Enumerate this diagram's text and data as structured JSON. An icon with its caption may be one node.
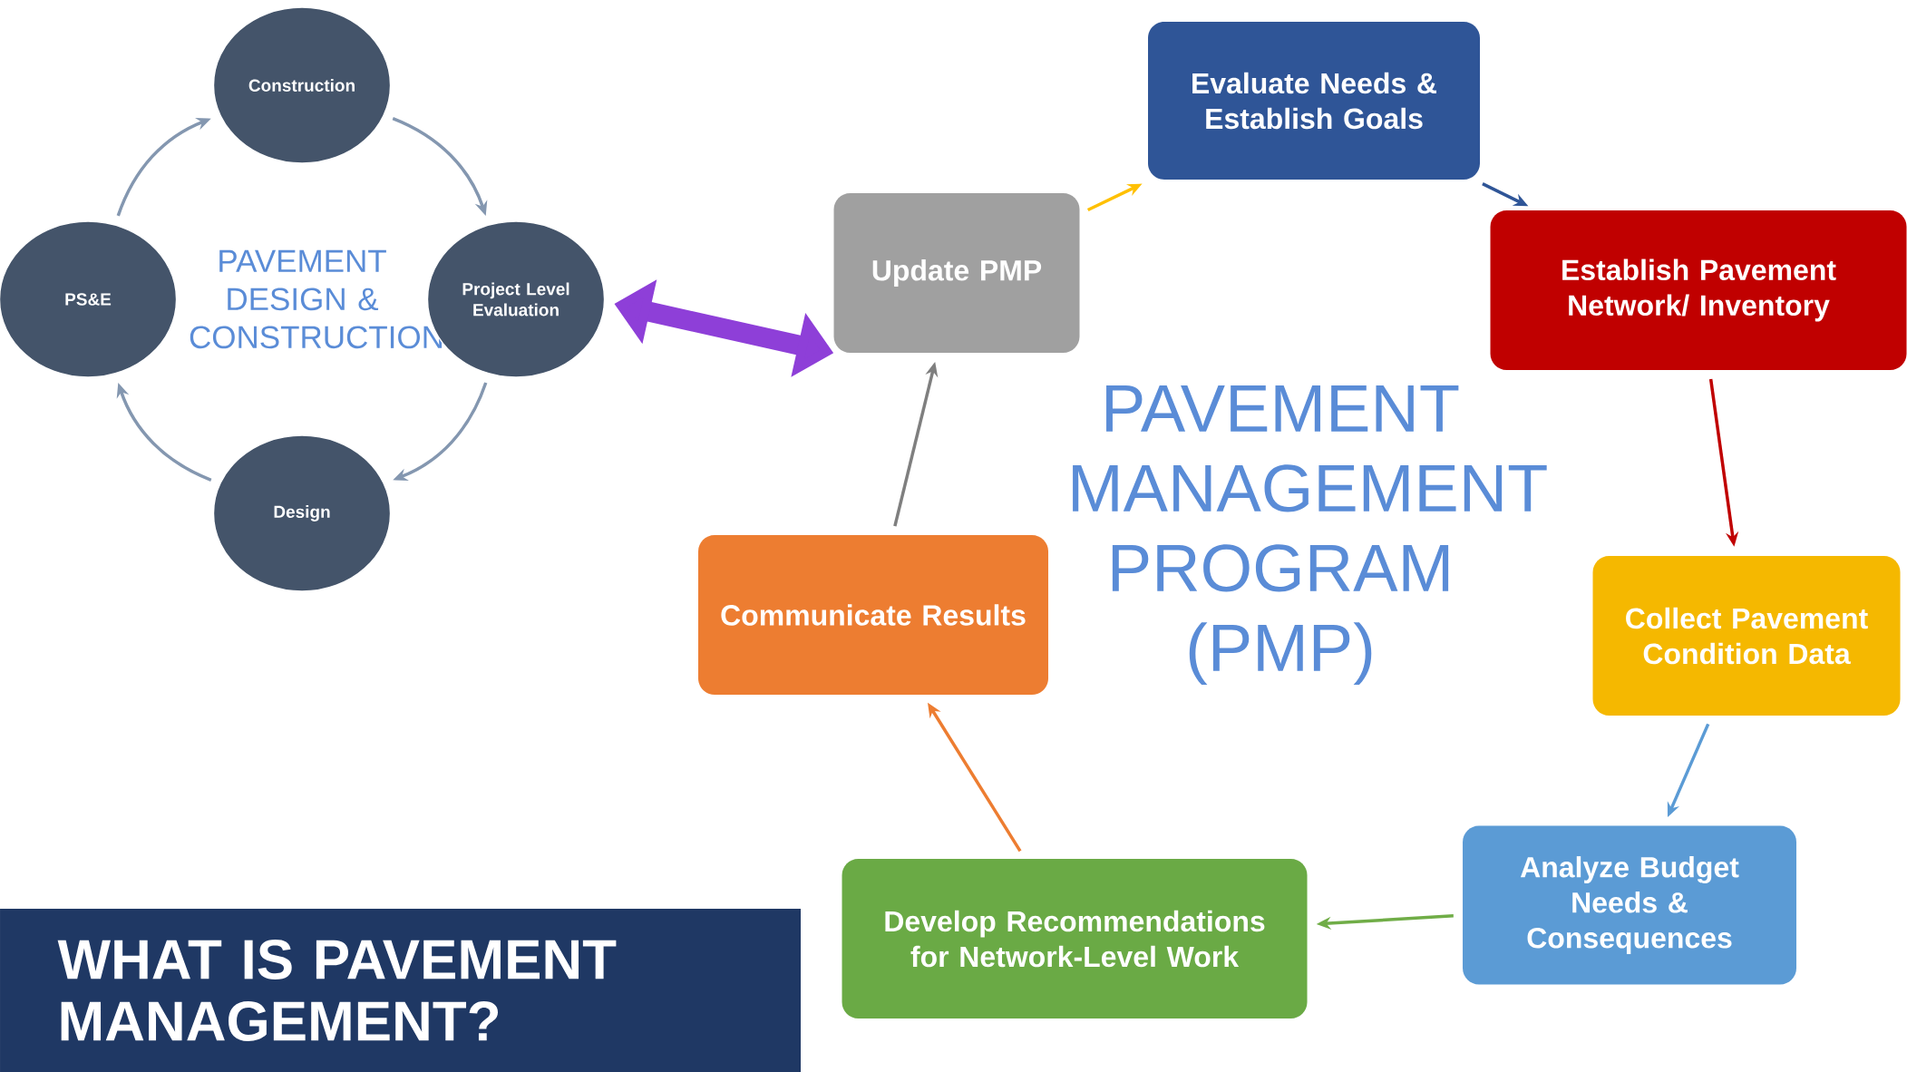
{
  "diagram": {
    "title": "WHAT IS PAVEMENT MANAGEMENT?",
    "nodes": [
      {
        "text": [
          "Construction"
        ]
      },
      {
        "text": [
          "PS&E"
        ]
      },
      {
        "text": [
          "Project Level Evaluation"
        ]
      },
      {
        "text": [
          "Design"
        ]
      },
      {
        "text": [
          "Update PMP"
        ]
      },
      {
        "text": [
          "Evaluate Needs & Establish Goals"
        ]
      },
      {
        "text": [
          "Establish Pavement Network/ Inventory"
        ]
      },
      {
        "text": [
          "Collect Pavement Condition Data"
        ]
      },
      {
        "text": [
          "Analyze Budget Needs & Consequences"
        ]
      },
      {
        "text": [
          "Develop Recommendations for Network-Level Work"
        ]
      },
      {
        "text": [
          "Communicate Results"
        ]
      }
    ],
    "edges": [
      {
        "from": 0,
        "to": 2,
        "arrow": "to"
      },
      {
        "from": 2,
        "to": 3,
        "arrow": "to"
      },
      {
        "from": 3,
        "to": 1,
        "arrow": "to"
      },
      {
        "from": 1,
        "to": 0,
        "arrow": "to"
      },
      {
        "from": 2,
        "to": 4,
        "arrow": "both",
        "style": "thick",
        "color": "#8e3fd8"
      },
      {
        "from": 4,
        "to": 5,
        "arrow": "to",
        "color": "#ffc000"
      },
      {
        "from": 5,
        "to": 6,
        "arrow": "to",
        "color": "#2f5597"
      },
      {
        "from": 6,
        "to": 7,
        "arrow": "to",
        "color": "#c00000"
      },
      {
        "from": 7,
        "to": 8,
        "arrow": "to",
        "color": "#5b9bd5"
      },
      {
        "from": 8,
        "to": 9,
        "arrow": "to",
        "color": "#70ad47"
      },
      {
        "from": 9,
        "to": 10,
        "arrow": "to",
        "color": "#ed7d31"
      },
      {
        "from": 10,
        "to": 4,
        "arrow": "to",
        "color": "#7f7f7f"
      }
    ],
    "labels": [
      "PAVEMENT DESIGN & CONSTRUCTION",
      "PAVEMENT MANAGEMENT PROGRAM (PMP)"
    ]
  }
}
